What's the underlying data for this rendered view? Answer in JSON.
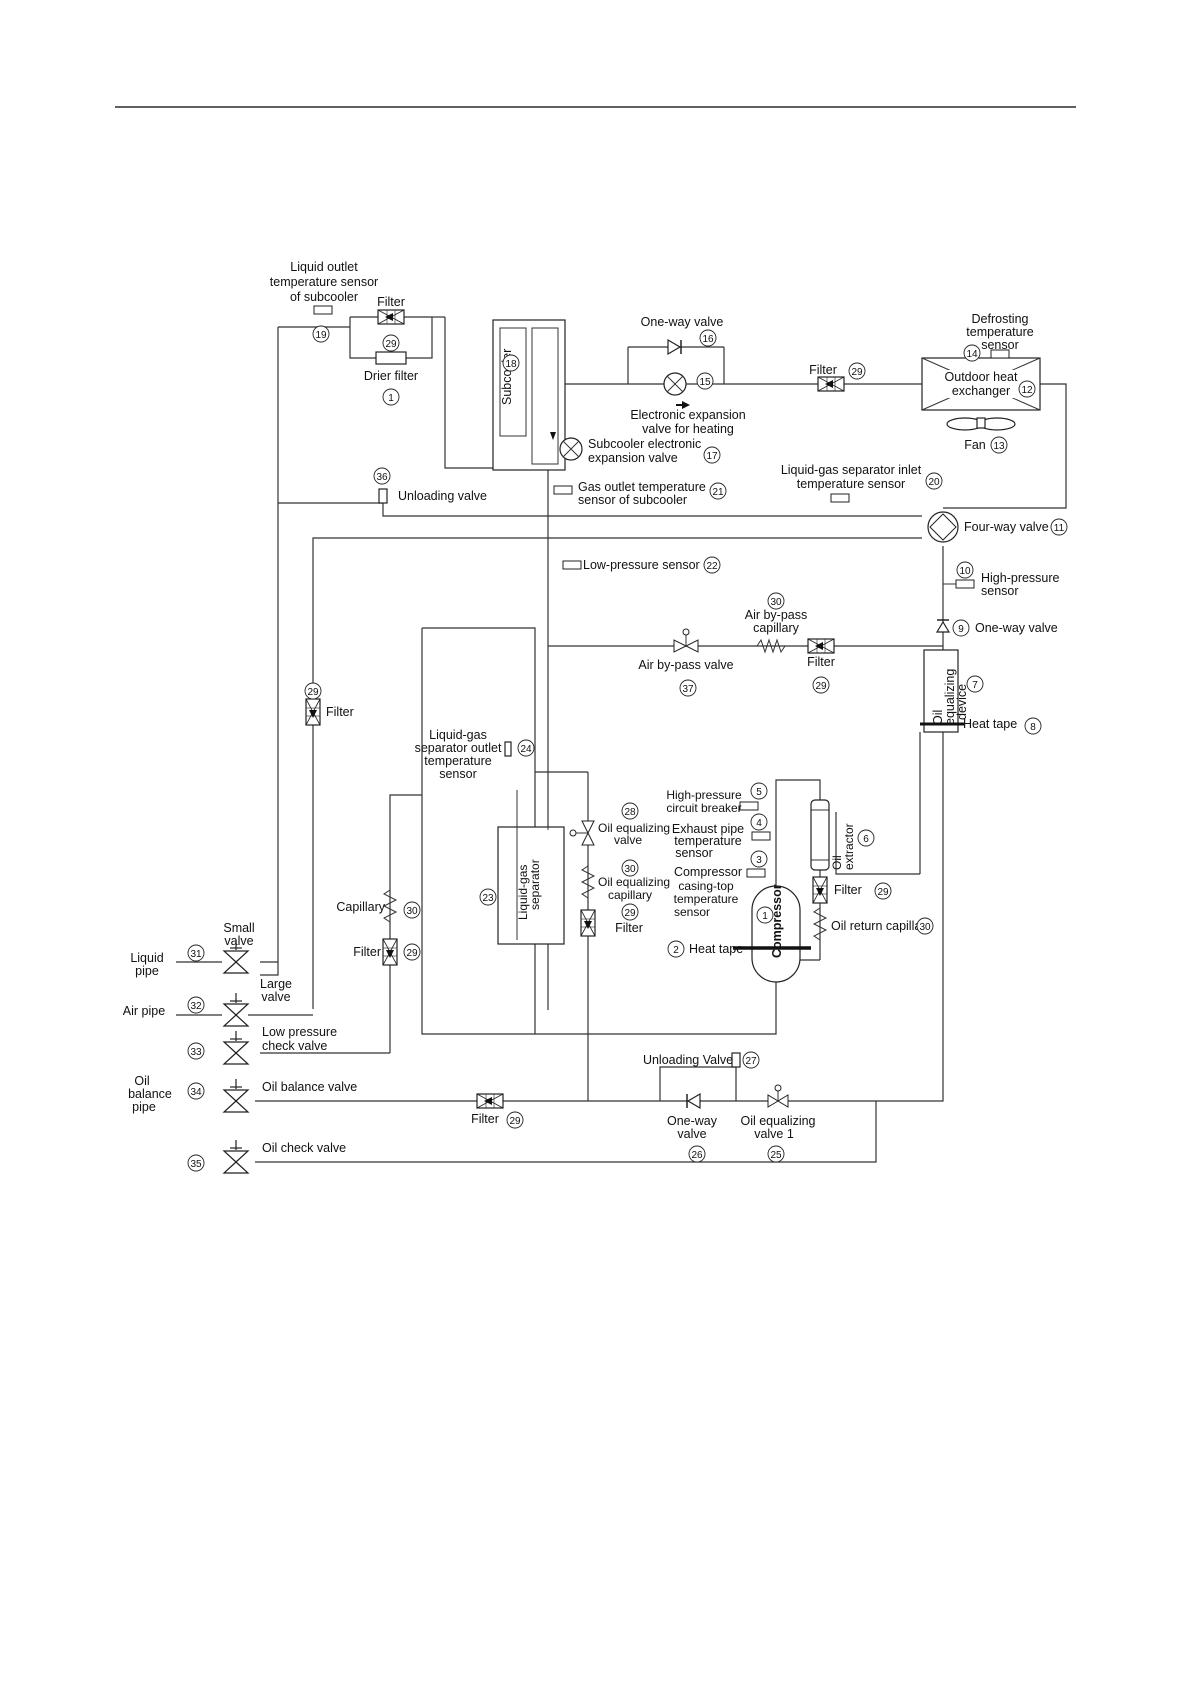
{
  "labels": {
    "liquid_outlet_sensor": [
      "Liquid outlet",
      "temperature sensor",
      "of subcooler"
    ],
    "filter_top": "Filter",
    "drier_filter": "Drier filter",
    "subcooler": "Subcooler",
    "one_way_valve_top": "One-way valve",
    "eev_heating": [
      "Electronic expansion",
      "valve for heating"
    ],
    "filter_right": "Filter",
    "defrost_sensor": [
      "Defrosting",
      "temperature",
      "sensor"
    ],
    "outdoor_hx": [
      "Outdoor heat",
      "exchanger"
    ],
    "fan": "Fan",
    "subcooler_eev": [
      "Subcooler electronic",
      "expansion valve"
    ],
    "gas_outlet_sensor": [
      "Gas outlet temperature",
      "sensor of subcooler"
    ],
    "lgs_inlet_sensor": [
      "Liquid-gas separator inlet",
      "temperature sensor"
    ],
    "unloading_valve_top": "Unloading valve",
    "four_way_valve": "Four-way valve",
    "low_pressure_sensor": "Low-pressure sensor",
    "high_pressure_sensor": [
      "High-pressure",
      "sensor"
    ],
    "one_way_valve_right": "One-way valve",
    "air_bypass_capillary": [
      "Air by-pass",
      "capillary"
    ],
    "air_bypass_valve": "Air by-pass valve",
    "filter_bypass": "Filter",
    "oil_equalizing_device": [
      "Oil",
      "equalizing",
      "device"
    ],
    "heat_tape_right": "Heat tape",
    "filter_left": "Filter",
    "lgs_outlet_sensor": [
      "Liquid-gas",
      "separator outlet",
      "temperature",
      "sensor"
    ],
    "oil_equalizing_valve": [
      "Oil equalizing",
      "valve"
    ],
    "oil_equalizing_capillary": [
      "Oil equalizing",
      "capillary"
    ],
    "filter_mid": "Filter",
    "lgs": [
      "Liquid-gas",
      "separator"
    ],
    "hp_breaker": [
      "High-pressure",
      "circuit breaker"
    ],
    "exhaust_sensor": [
      "Exhaust pipe",
      "temperature",
      "sensor"
    ],
    "casing_top_sensor": [
      "Compressor",
      "casing-top",
      "temperature",
      "sensor"
    ],
    "oil_extractor": [
      "Oil",
      "extractor"
    ],
    "compressor": "Compressor",
    "filter_comp": "Filter",
    "oil_return_capillary": "Oil return capillary",
    "heat_tape_comp": "Heat tape",
    "capillary_left": "Capillary",
    "filter_capillary": "Filter",
    "small_valve": [
      "Small",
      "valve"
    ],
    "liquid_pipe": [
      "Liquid",
      "pipe"
    ],
    "large_valve": [
      "Large",
      "valve"
    ],
    "air_pipe": "Air pipe",
    "low_pressure_check_valve": [
      "Low pressure",
      "check valve"
    ],
    "oil_balance_pipe": [
      "Oil",
      "balance",
      "pipe"
    ],
    "oil_balance_valve": "Oil balance valve",
    "filter_bottom": "Filter",
    "unloading_valve_bottom": "Unloading Valve",
    "one_way_valve_bottom": [
      "One-way",
      "valve"
    ],
    "oil_eq_valve_1": [
      "Oil equalizing",
      "valve 1"
    ],
    "oil_check_valve": "Oil check valve"
  },
  "numbers": {
    "n1": "1",
    "n2": "2",
    "n3": "3",
    "n4": "4",
    "n5": "5",
    "n6": "6",
    "n7": "7",
    "n8": "8",
    "n9": "9",
    "n10": "10",
    "n11": "11",
    "n12": "12",
    "n13": "13",
    "n14": "14",
    "n15": "15",
    "n16": "16",
    "n17": "17",
    "n18": "18",
    "n19": "19",
    "n20": "20",
    "n21": "21",
    "n22": "22",
    "n23": "23",
    "n24": "24",
    "n25": "25",
    "n26": "26",
    "n27": "27",
    "n28": "28",
    "n29": "29",
    "n30": "30",
    "n31": "31",
    "n32": "32",
    "n33": "33",
    "n34": "34",
    "n35": "35",
    "n36": "36",
    "n37": "37"
  }
}
